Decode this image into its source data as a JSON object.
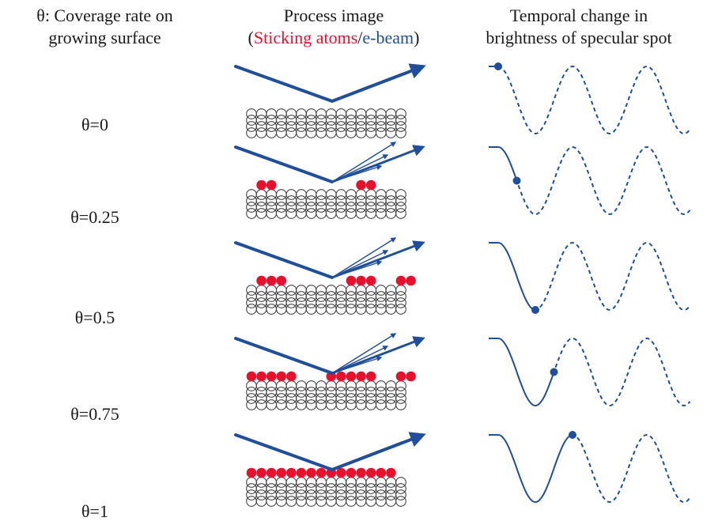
{
  "headers": {
    "coverage_line1": "θ: Coverage rate on",
    "coverage_line2": "growing surface",
    "process_line1": "Process image",
    "process_open_paren": "(",
    "process_sticking": "Sticking atoms",
    "process_slash": "/",
    "process_ebeam": "e-beam",
    "process_close_paren": ")",
    "temporal_line1": "Temporal change in",
    "temporal_line2": "brightness of specular spot"
  },
  "rows": [
    {
      "label": "θ=0",
      "coverage": 0,
      "adatom_counts": [
        0,
        0,
        0,
        0
      ]
    },
    {
      "label": "θ=0.25",
      "coverage": 0.25,
      "adatom_counts": [
        2,
        2
      ]
    },
    {
      "label": "θ=0.5",
      "coverage": 0.5,
      "adatom_counts": [
        3,
        3,
        2
      ]
    },
    {
      "label": "θ=0.75",
      "coverage": 0.75,
      "adatom_counts": [
        5,
        5,
        2
      ]
    },
    {
      "label": "θ=1",
      "coverage": 1,
      "adatom_counts": [
        15
      ]
    }
  ],
  "colors": {
    "adatom": "#e8112d",
    "substrate_atom": "#444444",
    "beam": "#1f4e9c",
    "curve": "#1f4e9c",
    "text": "#1a1a1a"
  }
}
